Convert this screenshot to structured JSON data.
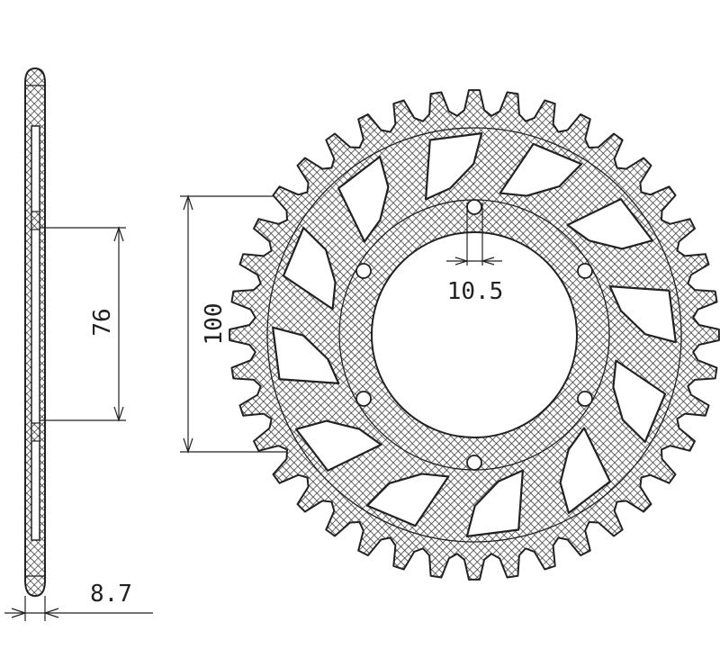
{
  "drawing": {
    "dimensions": {
      "hub_height": "76",
      "bolt_circle": "100",
      "bolt_hole": "10.5",
      "thickness": "8.7"
    },
    "sprocket": {
      "teeth": 40,
      "bolt_holes": 6,
      "windows": 12
    },
    "colors": {
      "line": "#222222",
      "fill": "#ffffff"
    }
  }
}
